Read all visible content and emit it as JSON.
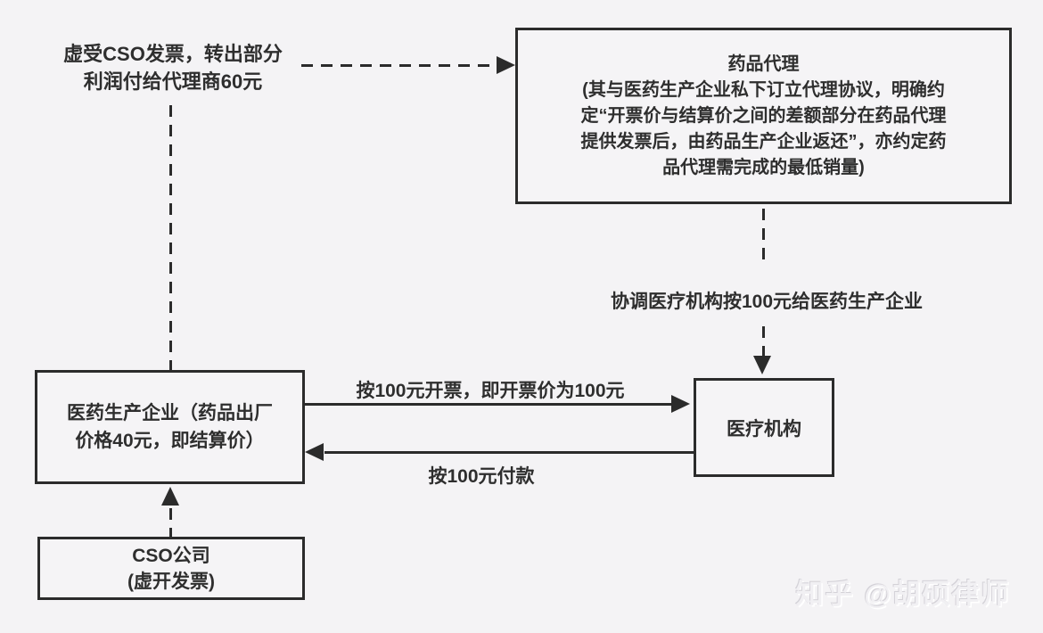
{
  "colors": {
    "background": "#f4f3f5",
    "line": "#2b2b2b",
    "text": "#2e2e2e",
    "watermark": "#f1f0f3"
  },
  "nodes": {
    "drug_agent": {
      "label": "药品代理\n(其与医药生产企业私下订立代理协议，明确约\n定“开票价与结算价之间的差额部分在药品代理\n提供发票后，由药品生产企业返还”，亦约定药\n品代理需完成的最低销量)"
    },
    "manufacturer": {
      "label": "医药生产企业（药品出厂\n价格40元，即结算价）"
    },
    "hospital": {
      "label": "医疗机构"
    },
    "cso": {
      "label": "CSO公司\n(虚开发票)"
    }
  },
  "edges": {
    "cso_invoice_note": "虚受CSO发票，转出部分\n利润付给代理商60元",
    "coordinate_note": "协调医疗机构按100元给医药生产企业",
    "invoice_label": "按100元开票，即开票价为100元",
    "payment_label": "按100元付款"
  },
  "watermark": "知乎 @胡硕律师"
}
